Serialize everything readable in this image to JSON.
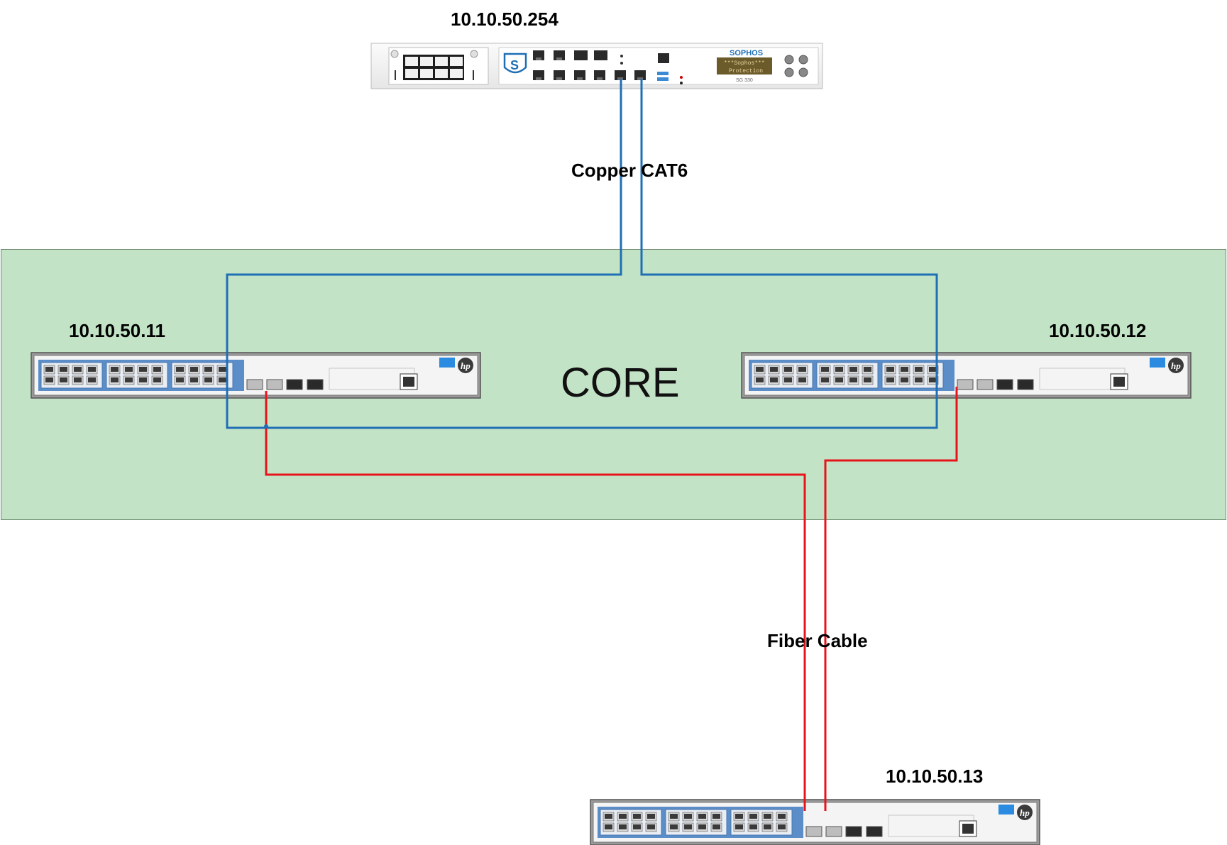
{
  "firewall": {
    "ip": "10.10.50.254",
    "brand": "SOPHOS",
    "lcd_line1": "***Sophos***",
    "lcd_line2": "Protection",
    "model": "SG 330"
  },
  "core": {
    "label": "CORE"
  },
  "switch_left": {
    "ip": "10.10.50.11"
  },
  "switch_right": {
    "ip": "10.10.50.12"
  },
  "switch_bottom": {
    "ip": "10.10.50.13"
  },
  "links": {
    "copper_label": "Copper CAT6",
    "fiber_label": "Fiber Cable"
  },
  "colors": {
    "copper": "#1f6fb5",
    "fiber": "#e8141b",
    "core_fill": "#c2e3c5",
    "switch_blue": "#5b8dc8"
  },
  "icons": {
    "switch_logo": "hp-logo-icon",
    "firewall_logo": "sophos-shield-icon"
  }
}
